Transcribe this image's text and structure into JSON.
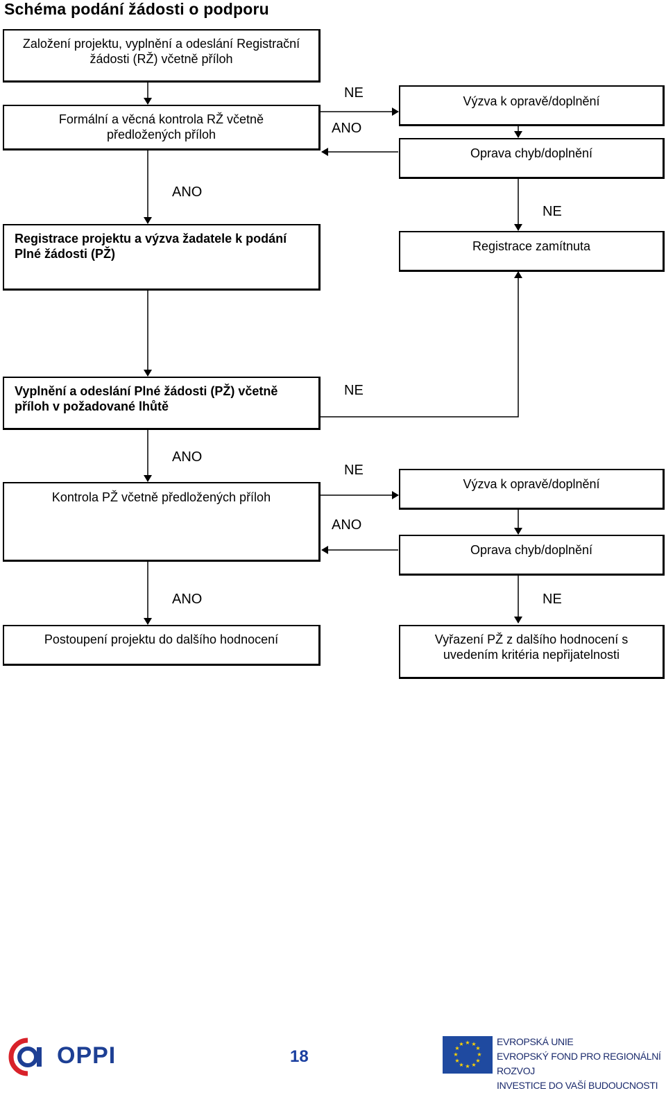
{
  "title": "Schéma podání žádosti o podporu",
  "boxes": {
    "b1": "Založení projektu, vyplnění a odeslání Registrační žádosti (RŽ) včetně příloh",
    "b2": "Formální a věcná kontrola RŽ včetně předložených příloh",
    "b3": "Výzva k opravě/doplnění",
    "b4": "Oprava chyb/doplnění",
    "b5": "Registrace projektu a výzva žadatele k podání Plné žádosti (PŽ)",
    "b6": "Registrace zamítnuta",
    "b7": "Vyplnění a odeslání Plné žádosti (PŽ) včetně příloh v požadované lhůtě",
    "b8": "Kontrola PŽ včetně předložených příloh",
    "b9": "Výzva k opravě/doplnění",
    "b10": "Oprava chyb/doplnění",
    "b11": "Postoupení projektu do dalšího hodnocení",
    "b12": "Vyřazení PŽ z dalšího hodnocení s uvedením kritéria nepřijatelnosti"
  },
  "labels": {
    "yes": "ANO",
    "no": "NE"
  },
  "footer": {
    "page_number": "18",
    "oppi_logo": "OPPI",
    "eu_lines": [
      "EVROPSKÁ UNIE",
      "EVROPSKÝ FOND PRO REGIONÁLNÍ ROZVOJ",
      "INVESTICE DO VAŠÍ BUDOUCNOSTI"
    ]
  },
  "colors": {
    "oppi_blue": "#1d3f94",
    "oppi_red": "#d8222a",
    "eu_blue": "#1f4aa0",
    "eu_star": "#ffd400"
  }
}
